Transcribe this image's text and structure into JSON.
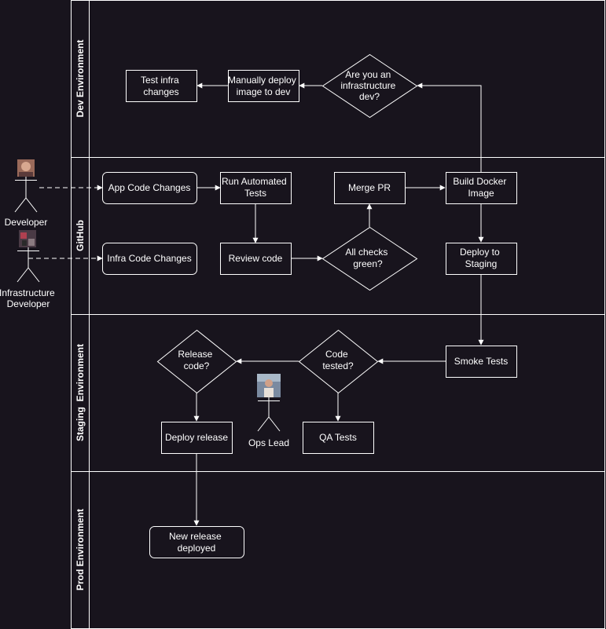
{
  "colors": {
    "background": "#18141d",
    "stroke": "#ffffff",
    "text": "#ffffff"
  },
  "lanes": {
    "dev": "Dev Environment",
    "github": "GitHub",
    "staging": "Staging  Environment",
    "prod": "Prod Environment"
  },
  "actors": {
    "developer": "Developer",
    "infra_developer": [
      "Infrastructure",
      "Developer"
    ],
    "ops_lead": "Ops Lead"
  },
  "nodes": {
    "test_infra": [
      "Test infra",
      "changes"
    ],
    "manual_deploy": [
      "Manually deploy",
      "image to dev"
    ],
    "infra_dev_question": [
      "Are you an",
      "infrastructure",
      "dev?"
    ],
    "app_code_changes": [
      "App Code Changes"
    ],
    "run_tests": [
      "Run Automated",
      "Tests"
    ],
    "merge_pr": [
      "Merge PR"
    ],
    "build_docker": [
      "Build Docker",
      "Image"
    ],
    "infra_code_changes": [
      "Infra Code Changes"
    ],
    "review_code": [
      "Review code"
    ],
    "all_checks": [
      "All checks",
      "green?"
    ],
    "deploy_staging": [
      "Deploy to",
      "Staging"
    ],
    "release_code": [
      "Release",
      "code?"
    ],
    "code_tested": [
      "Code",
      "tested?"
    ],
    "smoke_tests": [
      "Smoke Tests"
    ],
    "deploy_release": [
      "Deploy release"
    ],
    "qa_tests": [
      "QA Tests"
    ],
    "new_release": [
      "New release",
      "deployed"
    ]
  }
}
